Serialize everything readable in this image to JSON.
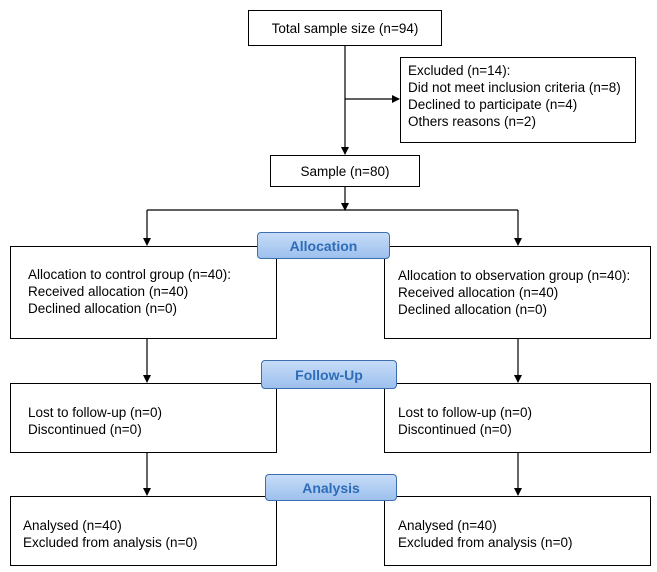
{
  "total": {
    "text": "Total sample size (n=94)"
  },
  "excluded": {
    "lines": [
      "Excluded (n=14):",
      "Did not meet inclusion criteria (n=8)",
      "Declined to participate (n=4)",
      "Others reasons (n=2)"
    ]
  },
  "sample": {
    "text": "Sample (n=80)"
  },
  "stages": {
    "allocation": "Allocation",
    "followup": "Follow-Up",
    "analysis": "Analysis"
  },
  "control": {
    "allocation": [
      "Allocation to control group (n=40):",
      "Received allocation (n=40)",
      "Declined allocation (n=0)"
    ],
    "followup": [
      "Lost to follow-up (n=0)",
      "Discontinued (n=0)"
    ],
    "analysis": [
      "Analysed (n=40)",
      "Excluded from analysis (n=0)"
    ]
  },
  "observation": {
    "allocation": [
      "Allocation to observation group (n=40):",
      "Received allocation (n=40)",
      "Declined allocation (n=0)"
    ],
    "followup": [
      "Lost to follow-up (n=0)",
      "Discontinued (n=0)"
    ],
    "analysis": [
      "Analysed (n=40)",
      "Excluded from analysis (n=0)"
    ]
  }
}
